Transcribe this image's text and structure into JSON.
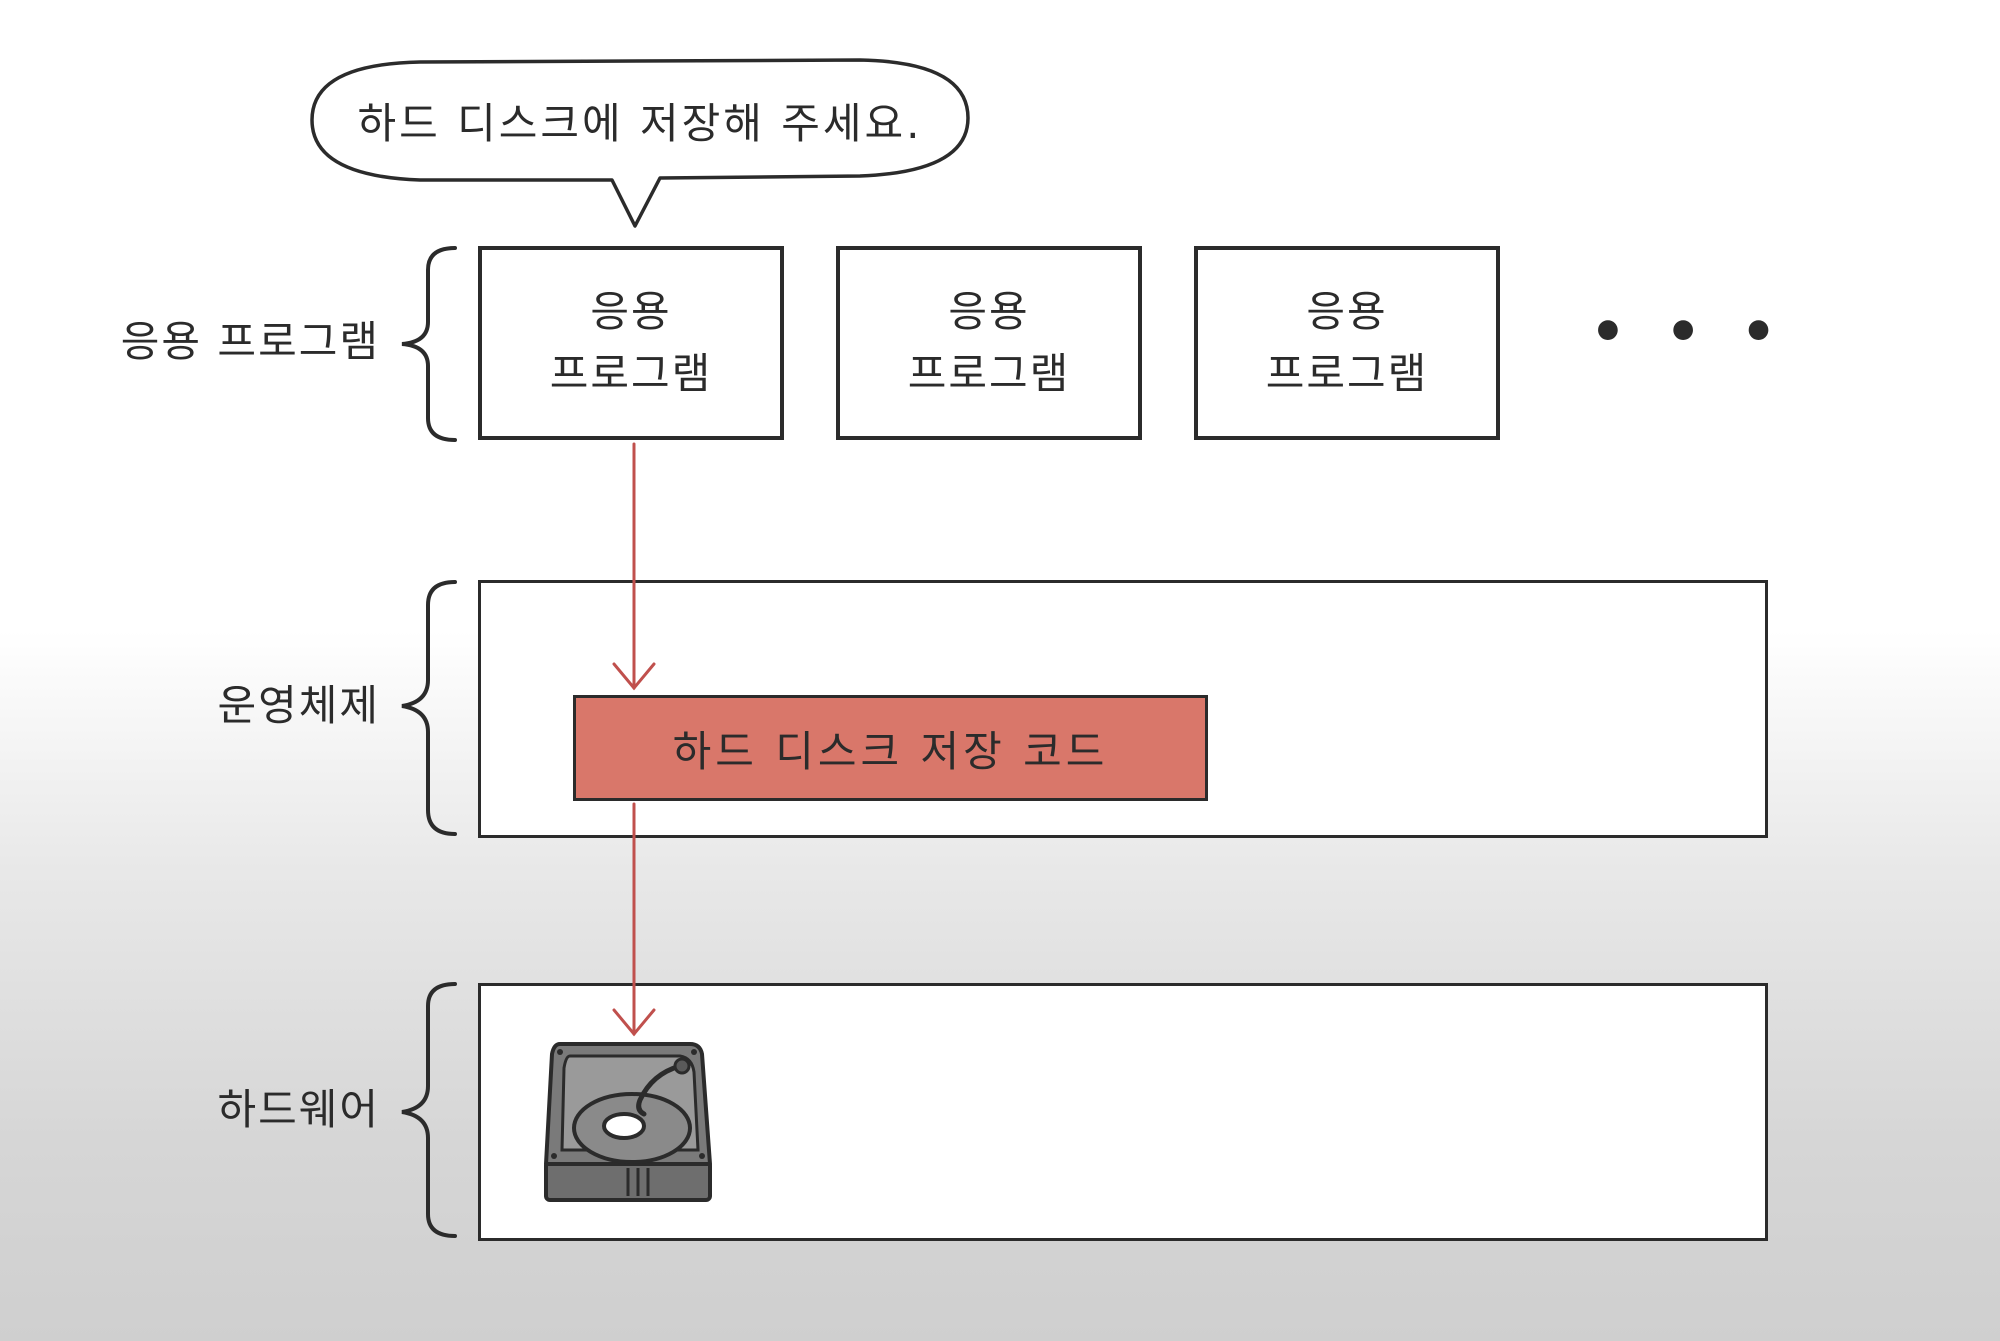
{
  "bubble": {
    "text": "하드 디스크에 저장해 주세요."
  },
  "apps": [
    {
      "line1": "응용",
      "line2": "프로그램"
    },
    {
      "line1": "응용",
      "line2": "프로그램"
    },
    {
      "line1": "응용",
      "line2": "프로그램"
    }
  ],
  "ellipsis": "• • •",
  "layers": {
    "app_label": "응용 프로그램",
    "os_label": "운영체제",
    "hw_label": "하드웨어"
  },
  "os_code": {
    "label": "하드 디스크 저장 코드"
  },
  "colors": {
    "arrow": "#c0504d",
    "code_fill": "#d9776a",
    "outline": "#2b2b2b"
  },
  "icons": {
    "hardware": "hard-disk-icon"
  }
}
